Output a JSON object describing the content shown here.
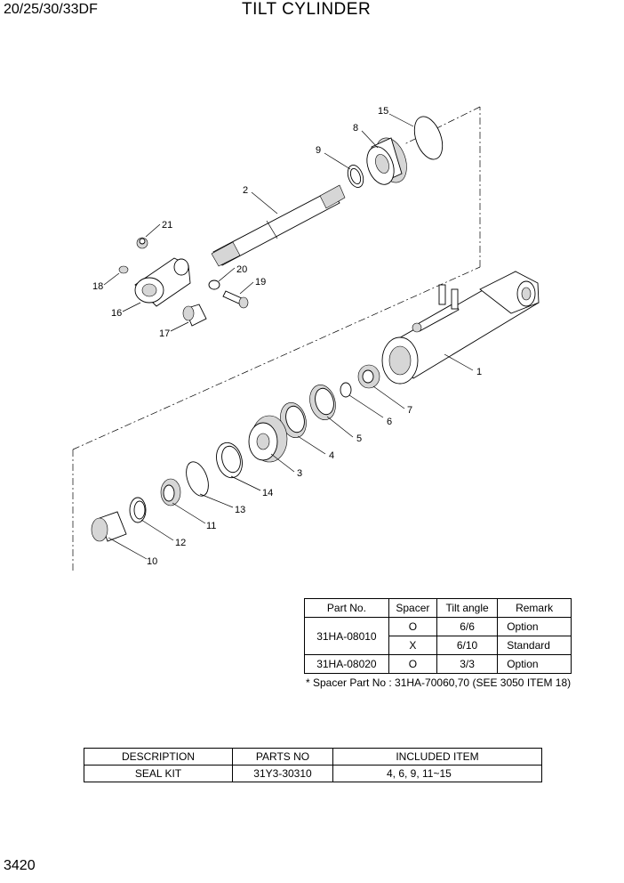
{
  "header": {
    "model": "20/25/30/33DF",
    "title": "TILT CYLINDER"
  },
  "page_number": "3420",
  "diagram": {
    "callouts": [
      "1",
      "2",
      "3",
      "4",
      "5",
      "6",
      "7",
      "8",
      "9",
      "10",
      "11",
      "12",
      "13",
      "14",
      "15",
      "16",
      "17",
      "18",
      "19",
      "20",
      "21"
    ]
  },
  "spec_table": {
    "headers": [
      "Part No.",
      "Spacer",
      "Tilt angle",
      "Remark"
    ],
    "rows": [
      {
        "part_no": "31HA-08010",
        "spacer": "O",
        "tilt": "6/6",
        "remark": "Option"
      },
      {
        "part_no": "",
        "spacer": "X",
        "tilt": "6/10",
        "remark": "Standard"
      },
      {
        "part_no": "31HA-08020",
        "spacer": "O",
        "tilt": "3/3",
        "remark": "Option"
      }
    ],
    "note": "* Spacer Part No : 31HA-70060,70 (SEE 3050 ITEM 18)"
  },
  "kit_table": {
    "headers": [
      "DESCRIPTION",
      "PARTS NO",
      "INCLUDED ITEM"
    ],
    "rows": [
      {
        "description": "SEAL KIT",
        "parts_no": "31Y3-30310",
        "included": "4, 6, 9, 11~15"
      }
    ]
  }
}
